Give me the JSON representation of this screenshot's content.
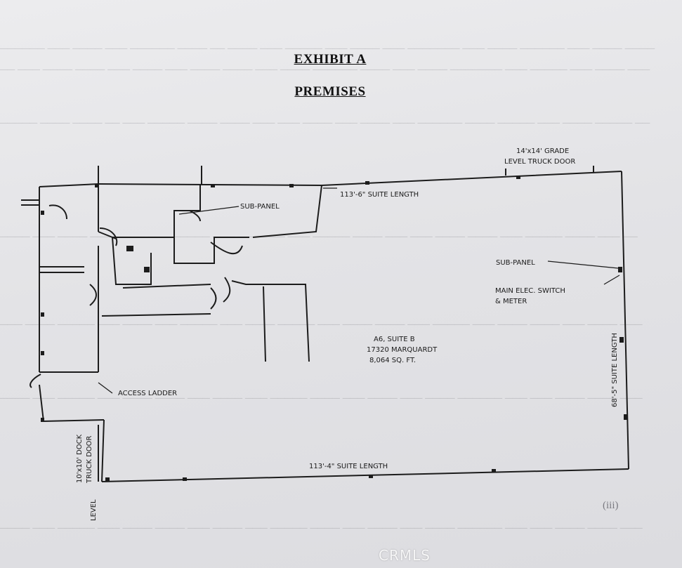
{
  "document": {
    "heading": "EXHIBIT A",
    "subheading": "PREMISES",
    "footer_number": "(iii)"
  },
  "floor_plan": {
    "truck_door_top": [
      "14'x14' GRADE",
      "LEVEL TRUCK DOOR"
    ],
    "suite_length_top": "113'-6\" SUITE LENGTH",
    "sub_panel_left": "SUB-PANEL",
    "sub_panel_right": "SUB-PANEL",
    "main_switch": [
      "MAIN ELEC. SWITCH",
      "& METER"
    ],
    "suite_info": [
      "A6, SUITE B",
      "17320 MARQUARDT",
      "8,064 SQ. FT."
    ],
    "suite_length_right": "68'-5\" SUITE LENGTH",
    "access_ladder": "ACCESS LADDER",
    "suite_length_bottom": "113'-4\" SUITE LENGTH",
    "dock_door": [
      "10'x10' DOCK",
      "TRUCK DOOR"
    ],
    "dock_level": "LEVEL"
  },
  "watermark": "CRMLS"
}
